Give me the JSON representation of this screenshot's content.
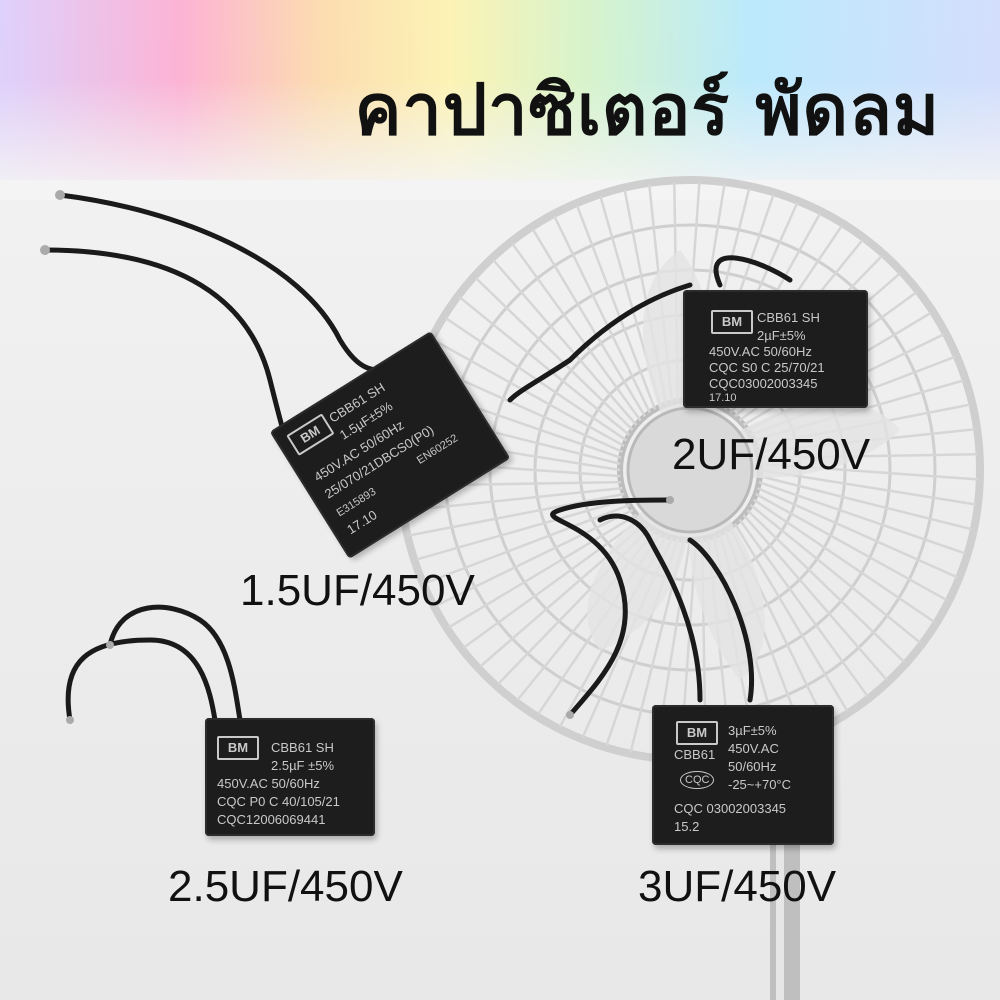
{
  "title": "คาปาซิเตอร์ พัดลม",
  "colors": {
    "capacitor_body": "#1d1d1d",
    "capacitor_text": "#c9c9c9",
    "wire": "#1a1a1a",
    "fan": "#c8c8c8"
  },
  "products": [
    {
      "label": "1.5UF/450V",
      "print": {
        "logo": "BM",
        "model": "CBB61 SH",
        "rating": "1.5µF±5%",
        "voltage": "450V.AC 50/60Hz",
        "code": "25/070/21DBCS0(P0)",
        "std": "EN60252",
        "file": "E315893",
        "date": "17.10"
      }
    },
    {
      "label": "2UF/450V",
      "print": {
        "logo": "BM",
        "model": "CBB61 SH",
        "rating": "2µF±5%",
        "voltage": "450V.AC 50/60Hz",
        "cert": "CQC S0 C 25/70/21",
        "code": "CQC03002003345",
        "date": "17.10"
      }
    },
    {
      "label": "2.5UF/450V",
      "print": {
        "logo": "BM",
        "model": "CBB61 SH",
        "rating": "2.5µF ±5%",
        "voltage": "450V.AC 50/60Hz",
        "cert": "CQC P0 C 40/105/21",
        "code": "CQC12006069441"
      }
    },
    {
      "label": "3UF/450V",
      "print": {
        "logo": "BM",
        "model": "CBB61",
        "rating": "3µF±5%",
        "voltage": "450V.AC",
        "freq": "50/60Hz",
        "temp": "-25~+70°C",
        "cert": "CQC",
        "code": "CQC 03002003345",
        "date": "15.2"
      }
    }
  ]
}
